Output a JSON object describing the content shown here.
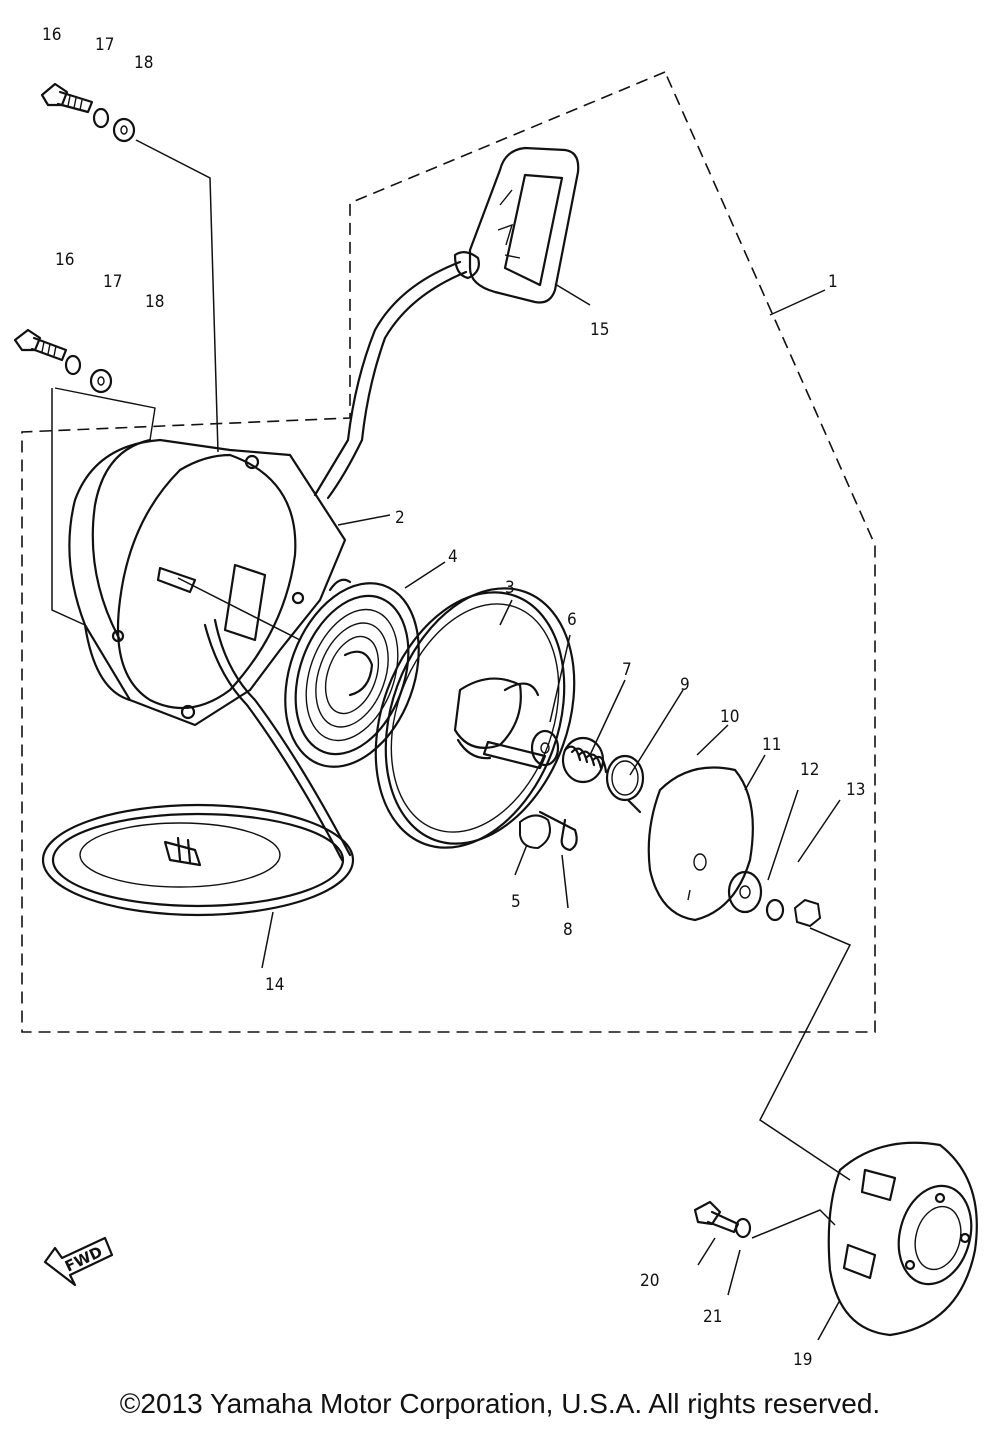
{
  "callouts": {
    "c1": "1",
    "c2": "2",
    "c3": "3",
    "c4": "4",
    "c5": "5",
    "c6": "6",
    "c7": "7",
    "c8": "8",
    "c9": "9",
    "c10": "10",
    "c11": "11",
    "c12": "12",
    "c13": "13",
    "c14": "14",
    "c15": "15",
    "c16a": "16",
    "c17a": "17",
    "c18a": "18",
    "c16b": "16",
    "c17b": "17",
    "c18b": "18",
    "c19": "19",
    "c20": "20",
    "c21": "21"
  },
  "fwd_label": "FWD",
  "copyright": "©2013 Yamaha Motor Corporation, U.S.A. All rights reserved."
}
